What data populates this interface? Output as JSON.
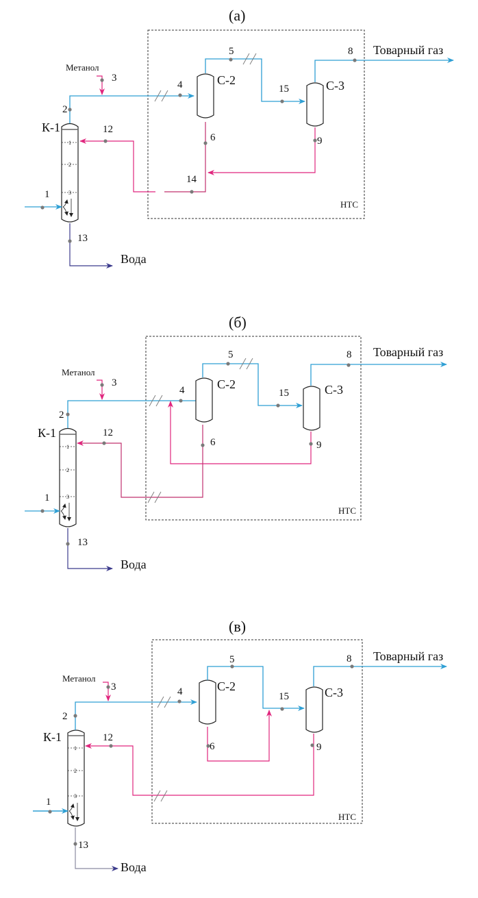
{
  "colors": {
    "gas": "#2e9fd4",
    "methanol": "#e0257d",
    "water": "#3b3a8c",
    "node": "#7a7a7a",
    "vessel": "#222222",
    "box": "#333333"
  },
  "common_labels": {
    "product_gas": "Товарный газ",
    "water": "Вода",
    "methanol": "Метанол",
    "lts_block": "НТС",
    "column": "К-1",
    "separator_1": "С-2",
    "separator_2": "С-3",
    "trays": [
      "1",
      "2",
      "3"
    ]
  },
  "schemes": [
    {
      "id": "a",
      "title": "(а)",
      "description": "Methanol from C-3 bottoms (9) joins C-2 bottoms (6) to form stream 14, returned to K-1 as stream 12",
      "streams": [
        "1",
        "2",
        "3",
        "4",
        "5",
        "6",
        "8",
        "9",
        "12",
        "13",
        "14",
        "15"
      ]
    },
    {
      "id": "b",
      "title": "(б)",
      "description": "C-3 bottoms (9) recycled to C-2 inlet; C-2 bottoms (6) returned to K-1 as stream 12",
      "streams": [
        "1",
        "2",
        "3",
        "4",
        "5",
        "6",
        "8",
        "9",
        "12",
        "13",
        "15"
      ]
    },
    {
      "id": "v",
      "title": "(в)",
      "description": "C-2 bottoms (6) injected into stream 15 before C-3; C-3 bottoms (9) returned to K-1 as stream 12",
      "streams": [
        "1",
        "2",
        "3",
        "4",
        "5",
        "6",
        "8",
        "9",
        "12",
        "13",
        "15"
      ]
    }
  ]
}
